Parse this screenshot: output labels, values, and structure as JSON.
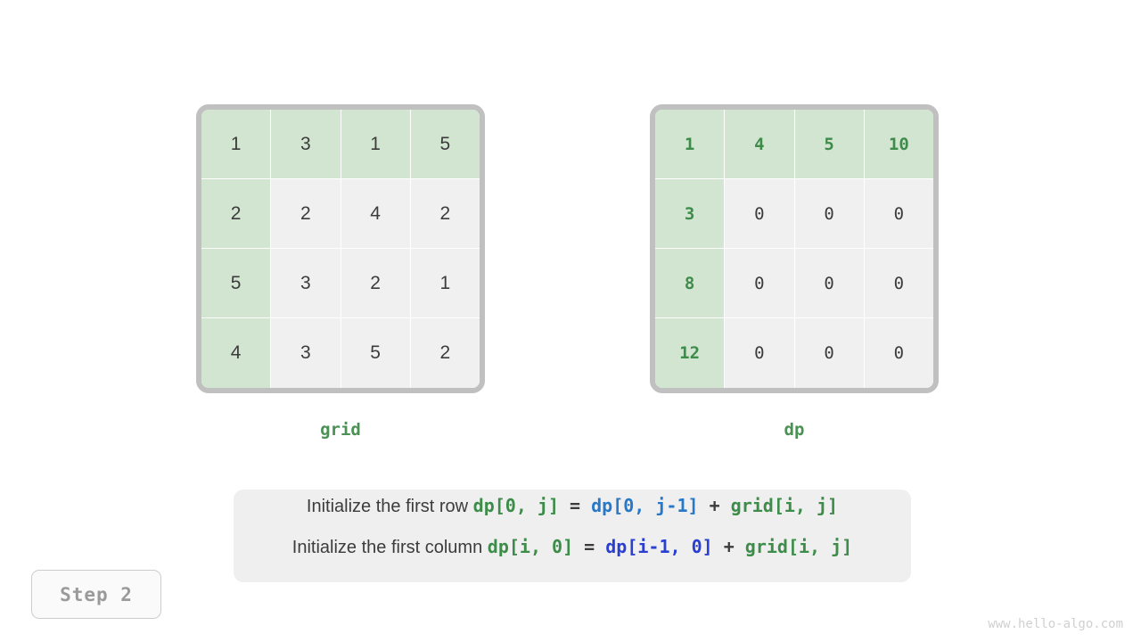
{
  "step_badge": {
    "label": "Step 2"
  },
  "watermark": {
    "text": "www.hello-algo.com"
  },
  "colors": {
    "green_accent": "#3d8c4a",
    "green_cell_bg": "#d2e5d1",
    "plain_cell_bg": "#f0f0f0",
    "frame_border": "#c0c0c0",
    "blue_row": "#2878c8",
    "blue_col": "#2a3fd0",
    "text_dark": "#3c3c3c",
    "box_bg": "#efefef",
    "watermark_gray": "#d0d0d0"
  },
  "matrices": [
    {
      "name": "grid",
      "caption": "grid",
      "rows": 4,
      "cols": 4,
      "values": [
        [
          "1",
          "3",
          "1",
          "5"
        ],
        [
          "2",
          "2",
          "4",
          "2"
        ],
        [
          "5",
          "3",
          "2",
          "1"
        ],
        [
          "4",
          "3",
          "5",
          "2"
        ]
      ],
      "highlight": [
        [
          true,
          true,
          true,
          true
        ],
        [
          true,
          false,
          false,
          false
        ],
        [
          true,
          false,
          false,
          false
        ],
        [
          true,
          false,
          false,
          false
        ]
      ]
    },
    {
      "name": "dp",
      "caption": "dp",
      "rows": 4,
      "cols": 4,
      "values": [
        [
          "1",
          "4",
          "5",
          "10"
        ],
        [
          "3",
          "0",
          "0",
          "0"
        ],
        [
          "8",
          "0",
          "0",
          "0"
        ],
        [
          "12",
          "0",
          "0",
          "0"
        ]
      ],
      "highlight": [
        [
          true,
          true,
          true,
          true
        ],
        [
          true,
          false,
          false,
          false
        ],
        [
          true,
          false,
          false,
          false
        ],
        [
          true,
          false,
          false,
          false
        ]
      ]
    }
  ],
  "formulas": {
    "line1": {
      "prose": "Initialize the first row ",
      "lhs": "dp[0, j]",
      "eq": " = ",
      "rhs_ref": "dp[0, j-1]",
      "plus": " + ",
      "rhs_term": "grid[i, j]"
    },
    "line2": {
      "prose": "Initialize the first column ",
      "lhs": "dp[i, 0]",
      "eq": " = ",
      "rhs_ref": "dp[i-1, 0]",
      "plus": " + ",
      "rhs_term": "grid[i, j]"
    }
  }
}
